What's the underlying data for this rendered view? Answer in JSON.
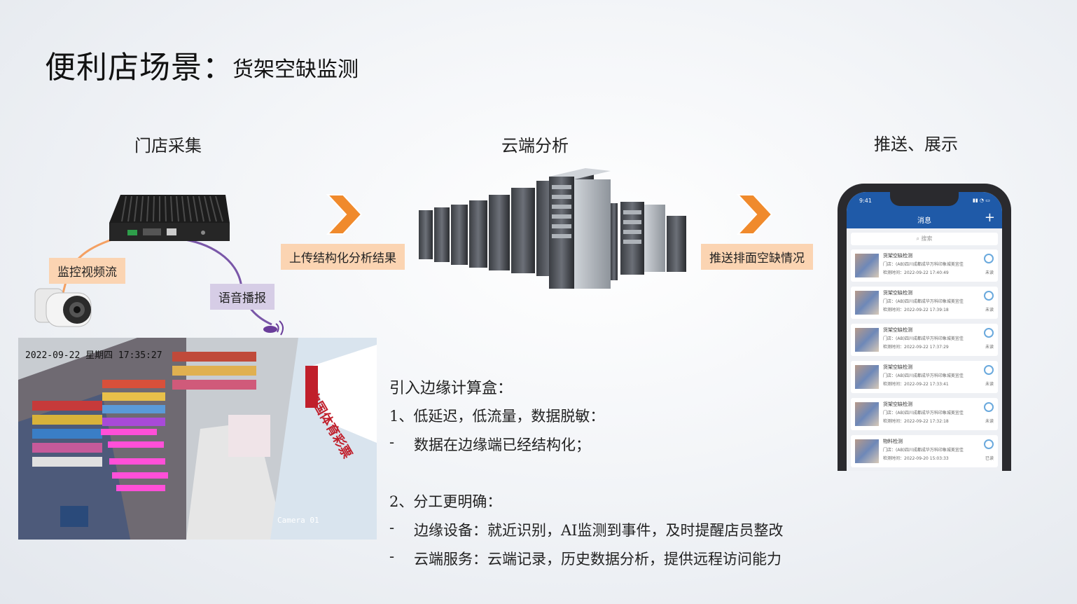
{
  "title": {
    "main": "便利店场景：",
    "sub": "货架空缺监测"
  },
  "stages": {
    "collect": "门店采集",
    "cloud": "云端分析",
    "push": "推送、展示"
  },
  "tags": {
    "monitor_stream": "监控视频流",
    "voice_broadcast": "语音播报",
    "upload_result": "上传结构化分析结果",
    "push_situation": "推送排面空缺情况"
  },
  "camera_view": {
    "timestamp": "2022-09-22 星期四 17:35:27",
    "camera_label": "Camera 01",
    "sign_text": "中国体育彩票"
  },
  "benefits": {
    "heading": "引入边缘计算盒：",
    "item1": "1、低延迟，低流量，数据脱敏：",
    "item1_detail": "数据在边缘端已经结构化；",
    "item2": "2、分工更明确：",
    "item2_detail1": "边缘设备：就近识别，AI监测到事件，及时提醒店员整改",
    "item2_detail2": "云端服务：云端记录，历史数据分析，提供远程访问能力",
    "bullet": "-"
  },
  "phone": {
    "status_time": "9:41",
    "header_title": "消息",
    "add_label": "+",
    "search_placeholder": "搜索",
    "messages": [
      {
        "title": "货架空缺检测",
        "store": "门店：(AB)四川成都成华万科印象城美宜佳",
        "time": "检测时间：2022-09-22 17:40:49",
        "status": "未读"
      },
      {
        "title": "货架空缺检测",
        "store": "门店：(AB)四川成都成华万科印象城美宜佳",
        "time": "检测时间：2022-09-22 17:39:18",
        "status": "未读"
      },
      {
        "title": "货架空缺检测",
        "store": "门店：(AB)四川成都成华万科印象城美宜佳",
        "time": "检测时间：2022-09-22 17:37:29",
        "status": "未读"
      },
      {
        "title": "货架空缺检测",
        "store": "门店：(AB)四川成都成华万科印象城美宜佳",
        "time": "检测时间：2022-09-22 17:33:41",
        "status": "未读"
      },
      {
        "title": "货架空缺检测",
        "store": "门店：(AB)四川成都成华万科印象城美宜佳",
        "time": "检测时间：2022-09-22 17:32:18",
        "status": "未读"
      },
      {
        "title": "物料检测",
        "store": "门店：(AB)四川成都成华万科印象城美宜佳",
        "time": "检测时间：2022-09-20 15:03:33",
        "status": "已读"
      }
    ]
  },
  "colors": {
    "orange_arrow": "#f08a2c",
    "orange_tag": "#fbd4b2",
    "purple_tag": "#d6cde6",
    "phone_header": "#1f5aa8"
  }
}
